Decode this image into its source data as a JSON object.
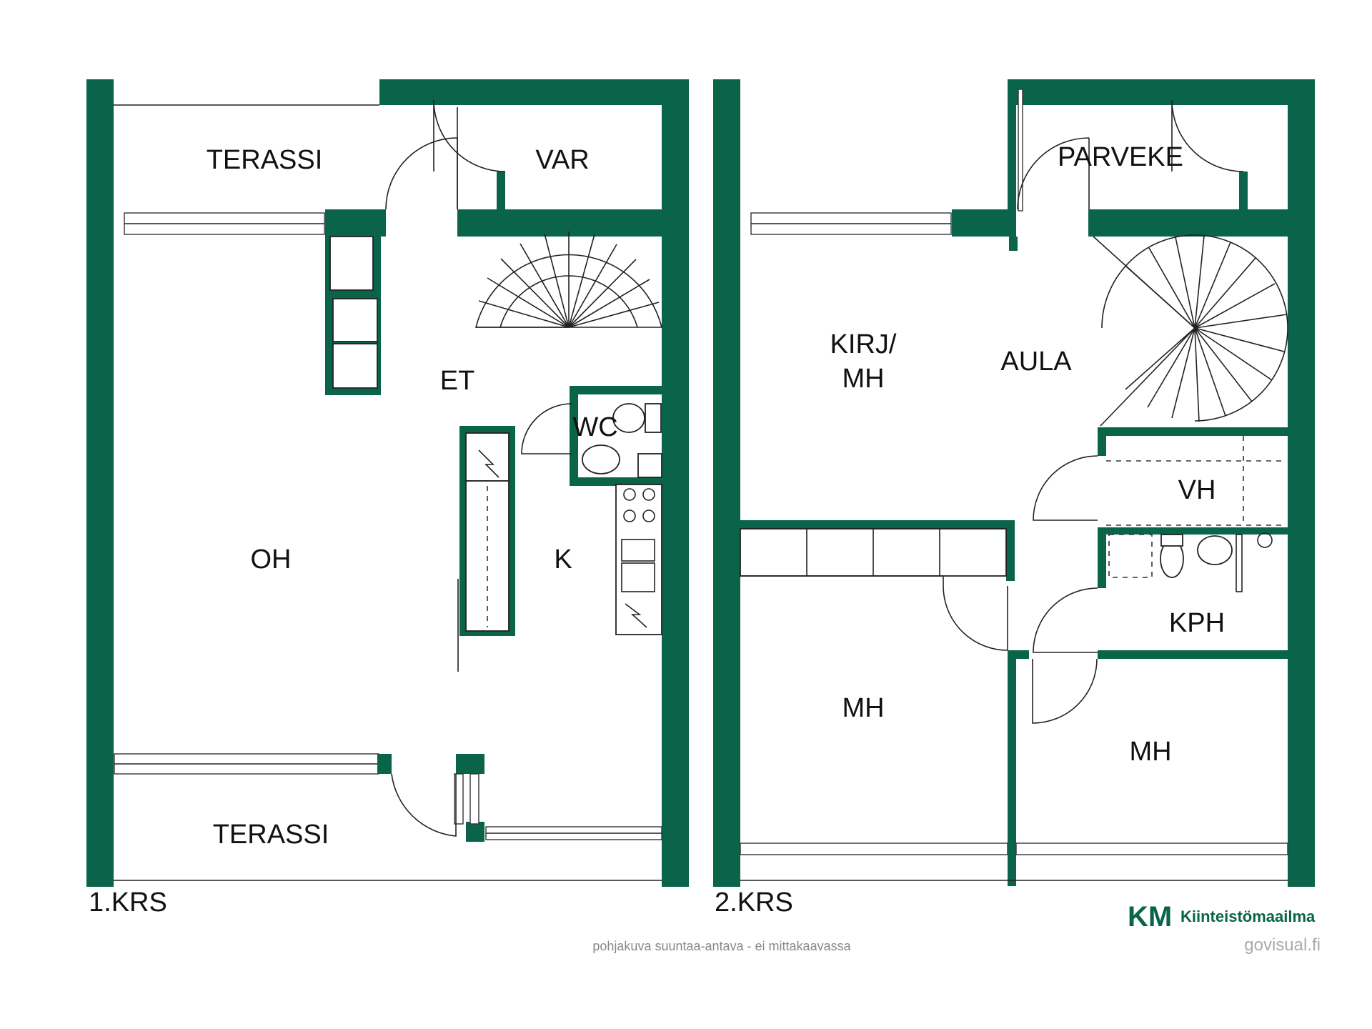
{
  "floors": {
    "first": {
      "label": "1.KRS"
    },
    "second": {
      "label": "2.KRS"
    }
  },
  "rooms_first": {
    "terassi_top": "TERASSI",
    "var": "VAR",
    "et": "ET",
    "wc": "WC",
    "oh": "OH",
    "k": "K",
    "terassi_bottom": "TERASSI"
  },
  "rooms_second": {
    "parveke": "PARVEKE",
    "kirj_line1": "KIRJ/",
    "kirj_line2": "MH",
    "aula": "AULA",
    "vh": "VH",
    "kph": "KPH",
    "mh_left": "MH",
    "mh_right": "MH"
  },
  "footer": {
    "disclaimer": "pohjakuva suuntaa-antava - ei mittakaavassa",
    "brand_logo": "KM",
    "brand_name": "Kiinteistömaailma",
    "credit": "govisual.fi"
  },
  "colors": {
    "wall": "#0a6449",
    "logo_k": "#1bb58a",
    "logo_m": "#0a6449"
  }
}
